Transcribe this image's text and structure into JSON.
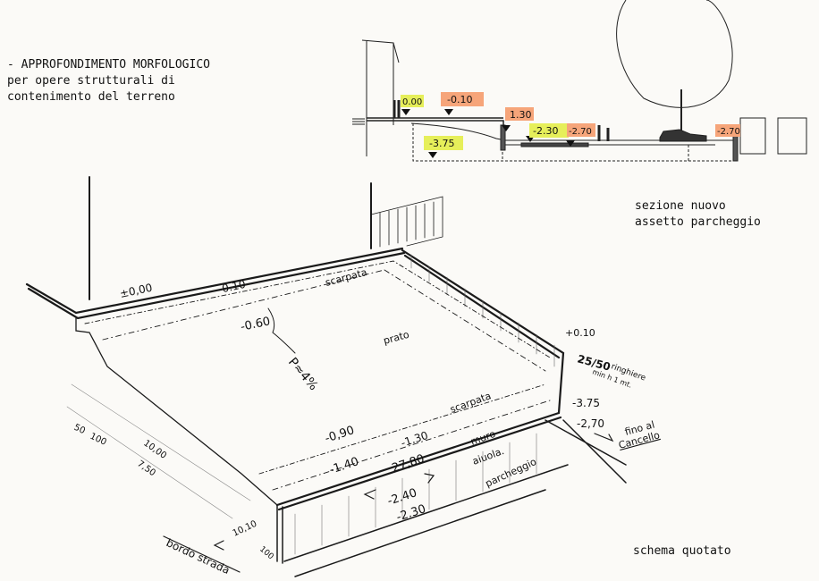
{
  "heading": {
    "line1": "- APPROFONDIMENTO MORFOLOGICO",
    "line2": "per opere strutturali di",
    "line3": "contenimento del terreno"
  },
  "section": {
    "caption_line1": "sezione nuovo",
    "caption_line2": "assetto parcheggio",
    "levels": [
      {
        "label": "0.00",
        "color": "#e6ef5a"
      },
      {
        "label": "-0.10",
        "color": "#f6a57a"
      },
      {
        "label": "1.30",
        "color": "#f6a57a"
      },
      {
        "label": "-3.75",
        "color": "#e6ef5a"
      },
      {
        "label": "-2.30",
        "color": "#e6ef5a"
      },
      {
        "label": "-2.70",
        "color": "#f6a57a"
      },
      {
        "label": "-2.70",
        "color": "#f6a57a"
      }
    ]
  },
  "sketch": {
    "caption": "schema quotato",
    "labels": {
      "level_000": "±0,00",
      "level_010": "-0.10",
      "level_060": "-0.60",
      "scarpata_top": "scarpata",
      "prato": "prato",
      "slope": "P≈4%",
      "scarpata_bottom": "scarpata",
      "level_090": "-0,90",
      "level_130": "-1.30",
      "level_140": "-1.40",
      "length": "27,80",
      "muro": "muro",
      "aiuola": "aiuola.",
      "parcheggio": "parcheggio",
      "level_240": "-2.40",
      "level_230": "-2.30",
      "level_top_wall": "+0.10",
      "railing_dim": "25/50",
      "railing_note1": "ringhiere",
      "railing_note2": "min h 1 mt.",
      "level_375": "-3.75",
      "level_270": "-2,70",
      "gate_note1": "fino al",
      "gate_note2": "Cancello",
      "dim_50": "50",
      "dim_100": "100",
      "dim_1000": "10,00",
      "dim_750": "7,50",
      "dim_10": "10,10",
      "dim_100b": "100",
      "road_edge": "bordo strada"
    }
  }
}
